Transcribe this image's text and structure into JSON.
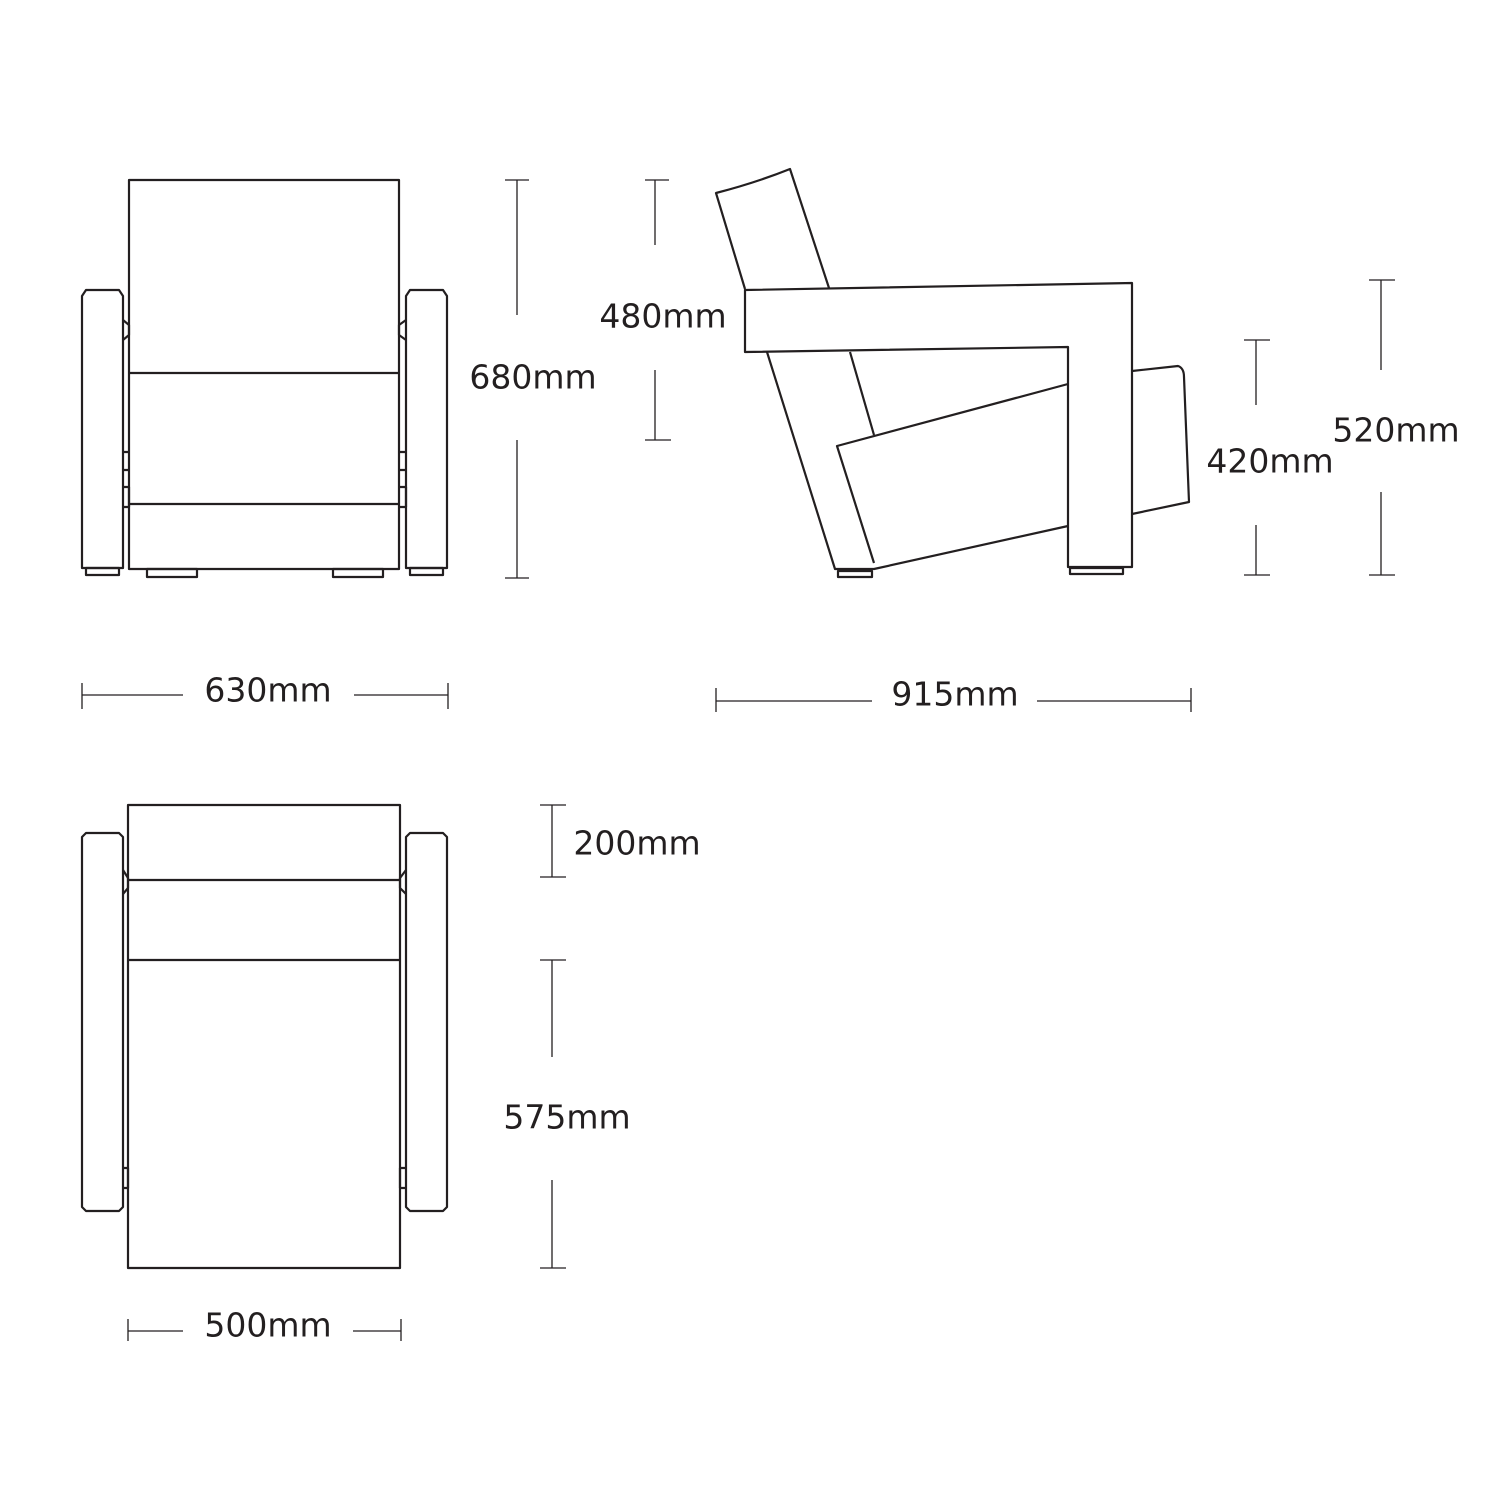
{
  "drawing": {
    "line_color": "#231f20",
    "views": [
      "front-view",
      "side-view",
      "top-view"
    ]
  },
  "dimensions": {
    "front_height": "680mm",
    "front_width": "630mm",
    "backrest_height": "480mm",
    "overall_depth": "915mm",
    "seat_height": "420mm",
    "arm_height": "520mm",
    "back_depth": "200mm",
    "seat_depth": "575mm",
    "seat_width": "500mm"
  }
}
